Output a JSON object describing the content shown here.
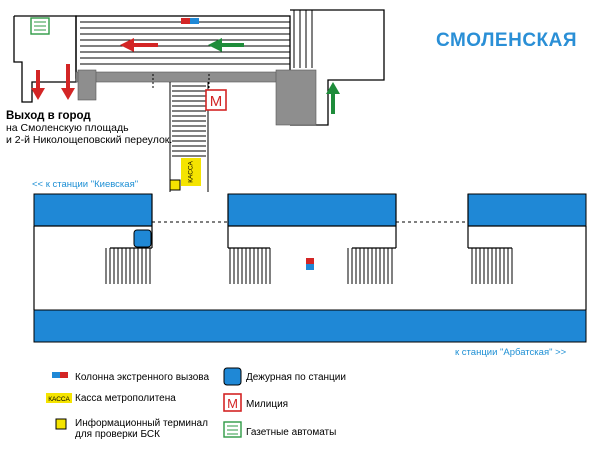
{
  "station": {
    "name": "СМОЛЕНСКАЯ"
  },
  "exit": {
    "title": "Выход в город",
    "line1": "на Смоленскую площадь",
    "line2": "и 2-й Николощеповский переулок."
  },
  "directions": {
    "to_kievskaya": "<< к станции \"Киевская\"",
    "to_arbatskaya": "к станции \"Арбатская\" >>"
  },
  "map_labels": {
    "kassa": "КАССА",
    "police_letter": "М"
  },
  "legend": {
    "sos": "Колонна экстренного вызова",
    "kassa_label": "КАССА",
    "kassa": "Касса метрополитена",
    "info_terminal": "Информационный терминал для проверки БСК",
    "duty": "Дежурная по станции",
    "police": "Милиция",
    "police_letter": "М",
    "newspaper": "Газетные автоматы"
  },
  "colors": {
    "track_blue": "#1f88d6",
    "exit_arrow_red": "#d32525",
    "entry_arrow_green": "#1e8c3a",
    "kassa_yellow": "#f5e400",
    "wall_gray": "#8e8e8e",
    "police_red": "#d32525",
    "newspaper_green": "#2e9a45",
    "title_blue": "#2a8fd6"
  }
}
